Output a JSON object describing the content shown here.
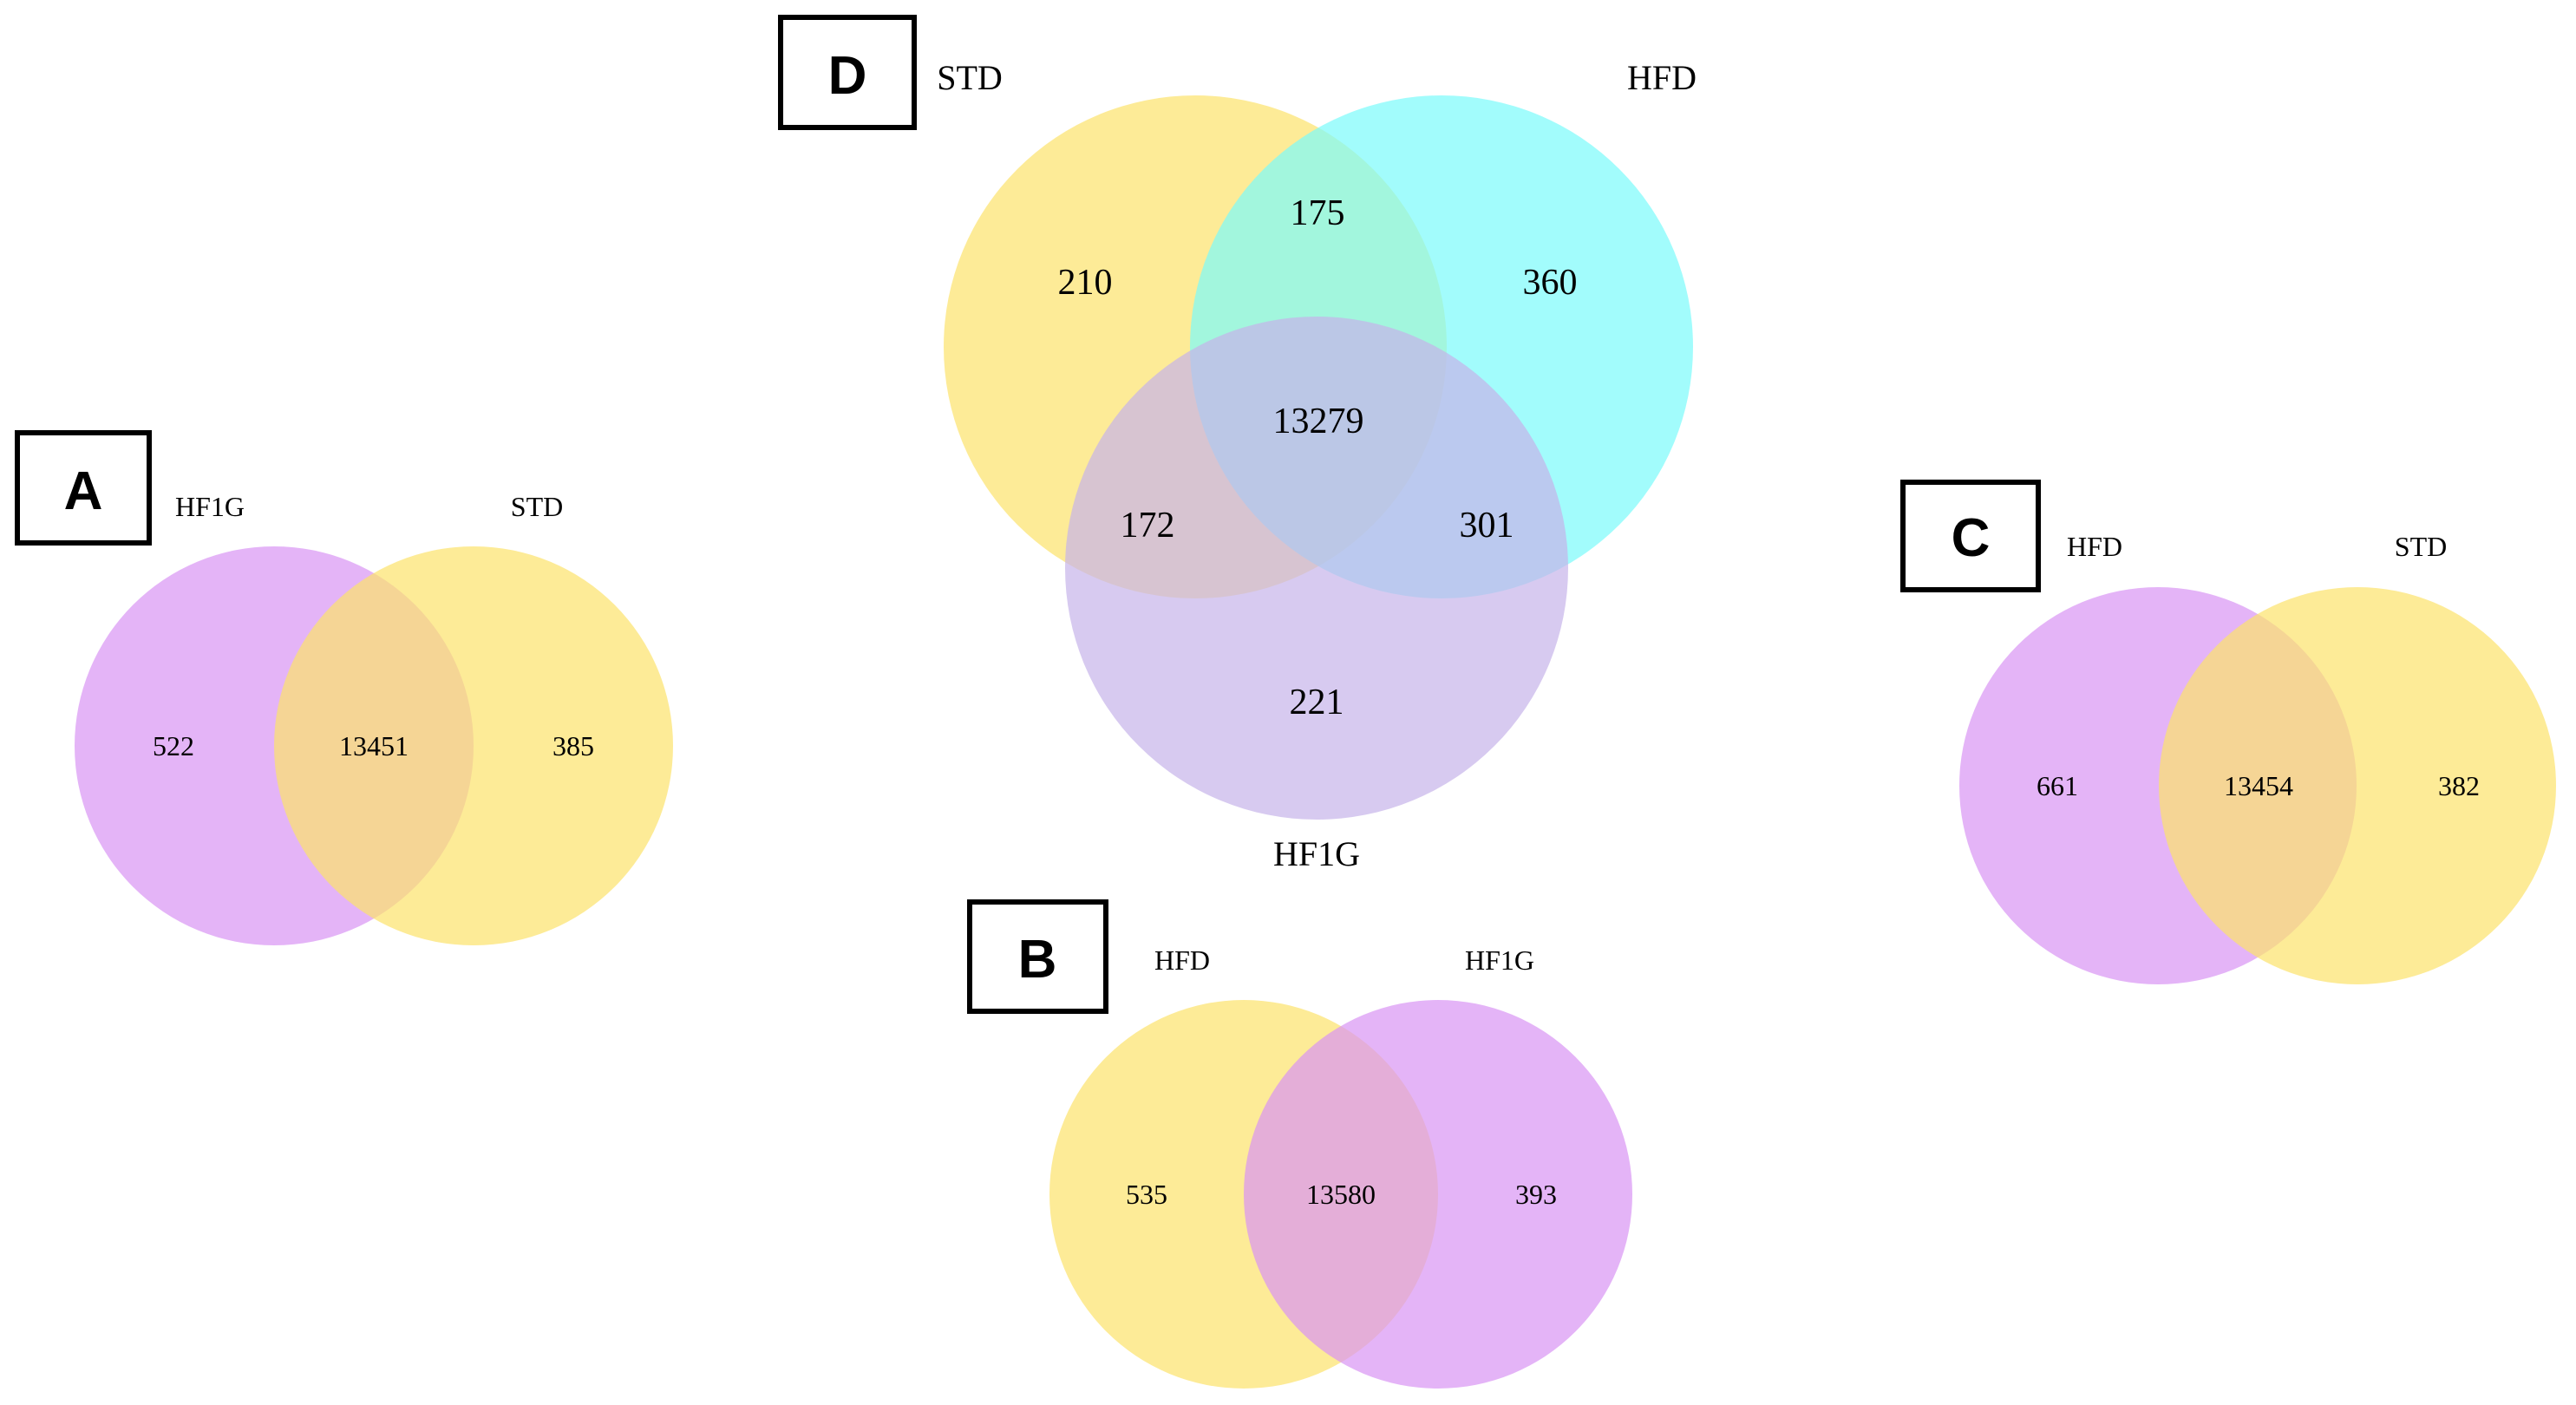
{
  "colors": {
    "yellow": "#fce36b",
    "violet": "#d994f4",
    "cyan": "#7bfbfb",
    "lavender": "#c6b3e9"
  },
  "panels": {
    "A": {
      "letter": "A",
      "sets": [
        {
          "label": "HF1G",
          "color": "#d994f4"
        },
        {
          "label": "STD",
          "color": "#fce36b"
        }
      ],
      "counts": {
        "only_first": "522",
        "intersection": "13451",
        "only_second": "385"
      }
    },
    "B": {
      "letter": "B",
      "sets": [
        {
          "label": "HFD",
          "color": "#fce36b"
        },
        {
          "label": "HF1G",
          "color": "#d994f4"
        }
      ],
      "counts": {
        "only_first": "535",
        "intersection": "13580",
        "only_second": "393"
      }
    },
    "C": {
      "letter": "C",
      "sets": [
        {
          "label": "HFD",
          "color": "#d994f4"
        },
        {
          "label": "STD",
          "color": "#fce36b"
        }
      ],
      "counts": {
        "only_first": "661",
        "intersection": "13454",
        "only_second": "382"
      }
    },
    "D": {
      "letter": "D",
      "sets": [
        {
          "label": "STD",
          "color": "#fce36b"
        },
        {
          "label": "HFD",
          "color": "#7bfbfb"
        },
        {
          "label": "HF1G",
          "color": "#c6b3e9"
        }
      ],
      "counts": {
        "std_only": "210",
        "hfd_only": "360",
        "hf1g_only": "221",
        "std_hfd": "175",
        "std_hf1g": "172",
        "hfd_hf1g": "301",
        "all_three": "13279"
      }
    }
  }
}
